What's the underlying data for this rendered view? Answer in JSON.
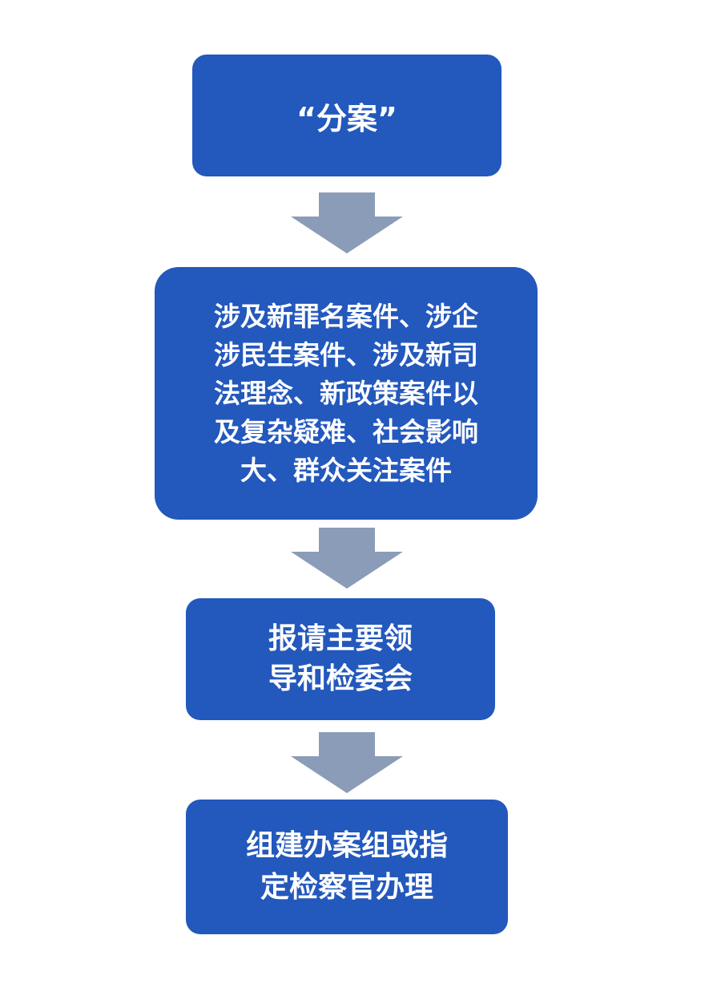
{
  "colors": {
    "box_fill": "#2358bd",
    "box_text": "#ffffff",
    "arrow_fill": "#8b9cb8",
    "background": "#ffffff"
  },
  "flow": {
    "step1": {
      "lines": [
        "“分案”"
      ]
    },
    "step2": {
      "lines": [
        "涉及新罪名案件、涉企",
        "涉民生案件、涉及新司",
        "法理念、新政策案件以",
        "及复杂疑难、社会影响",
        "大、群众关注案件"
      ]
    },
    "step3": {
      "lines": [
        "报请主要领",
        "导和检委会"
      ]
    },
    "step4": {
      "lines": [
        "组建办案组或指",
        "定检察官办理"
      ]
    }
  },
  "icons": {
    "arrow": "down-arrow-icon"
  }
}
